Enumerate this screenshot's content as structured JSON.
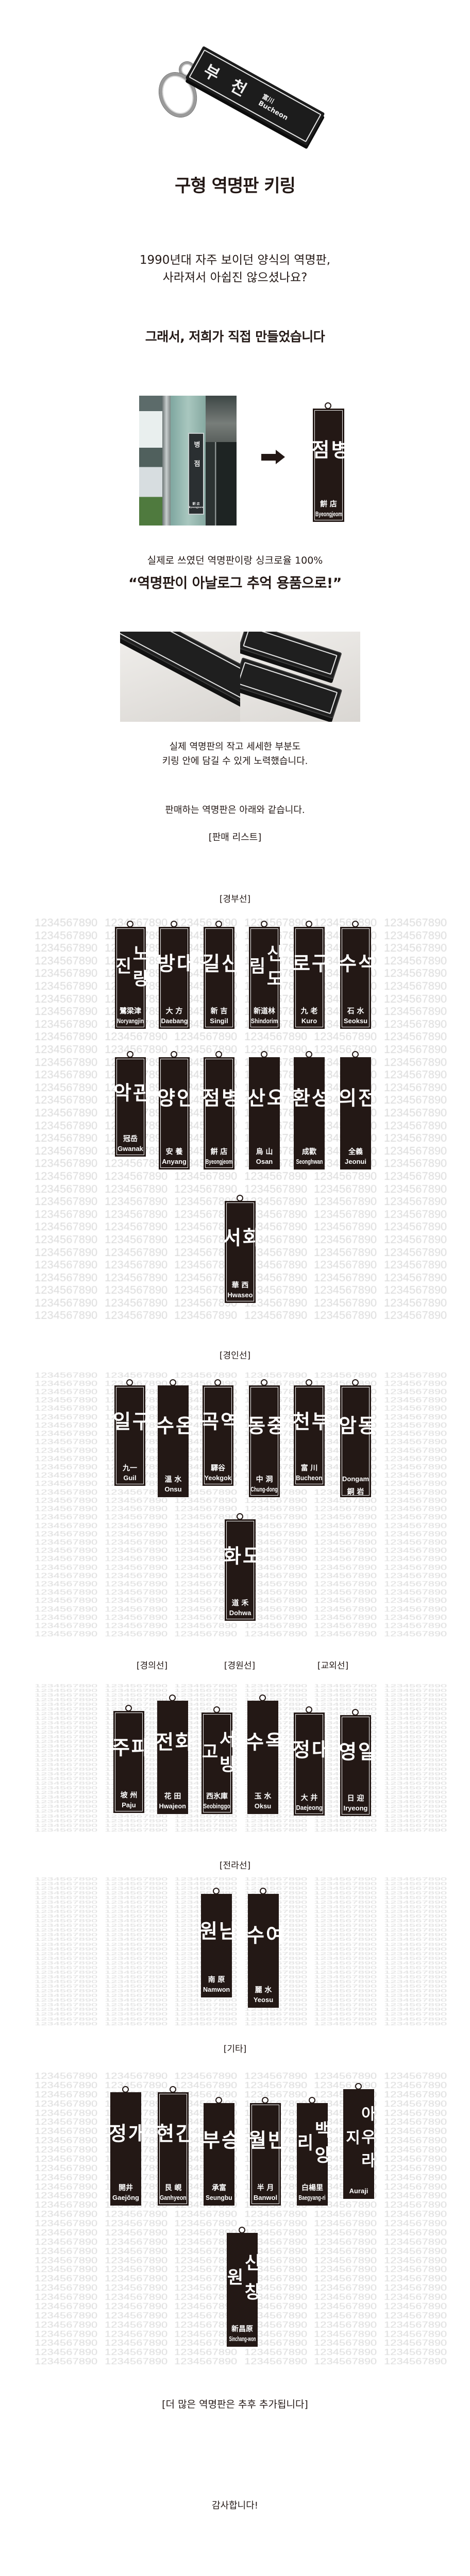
{
  "hero": {
    "keychain_photo": {
      "station": "부천",
      "hanja": "富川",
      "roman": "Bucheon"
    },
    "title": "구형 역명판 키링",
    "intro_lines": [
      "1990년대 자주 보이던 양식의 역명판,",
      "사라져서 아쉽진 않으셨나요?"
    ],
    "made": "그래서, 저희가 직접 만들었습니다"
  },
  "comparison": {
    "real_sign": {
      "station": "병점",
      "hanja": "餠 店",
      "roman": "Byeongjeom"
    },
    "keyring_sign": {
      "station": "병점",
      "hanja": "餠 店",
      "roman": "Byeongjeom"
    },
    "sync_text": "실제로 쓰였던 역명판이랑 싱크로율 100%",
    "quote": "“역명판이 아날로그 추억 용품으로!”"
  },
  "detail": {
    "lines": [
      "실제 역명판의 작고 세세한 부분도",
      "키링 안에 담길 수 있게 노력했습니다."
    ]
  },
  "sold_text": "판매하는 역명판은 아래와 같습니다.",
  "list_title": "[판매 리스트]",
  "pattern_text": "1234567890",
  "sections": [
    {
      "labels": [
        "[경부선]"
      ],
      "signs": [
        {
          "name": "노량진",
          "hanja": "鷺梁津",
          "roman": "Noryangjin",
          "framed": true
        },
        {
          "name": "대방",
          "hanja": "大 方",
          "roman": "Daebang",
          "framed": true
        },
        {
          "name": "신길",
          "hanja": "新 吉",
          "roman": "Singil",
          "framed": true
        },
        {
          "name": "신도림",
          "hanja": "新道林",
          "roman": "Shindorim",
          "framed": true
        },
        {
          "name": "구로",
          "hanja": "九 老",
          "roman": "Kuro",
          "framed": true
        },
        {
          "name": "석수",
          "hanja": "石 水",
          "roman": "Seoksu",
          "framed": true
        },
        {
          "name": "관악",
          "hanja": "冠岳",
          "roman": "Gwanak",
          "framed": true
        },
        {
          "name": "안양",
          "hanja": "安 養",
          "roman": "Anyang",
          "framed": true
        },
        {
          "name": "병점",
          "hanja": "餠 店",
          "roman": "Byeongjeom",
          "framed": true
        },
        {
          "name": "오산",
          "hanja": "烏 山",
          "roman": "Osan",
          "framed": false
        },
        {
          "name": "성환",
          "hanja": "成歡",
          "roman": "Seonghwan",
          "framed": false
        },
        {
          "name": "전의",
          "hanja": "全義",
          "roman": "Jeonui",
          "framed": false
        },
        {
          "name": "화서",
          "hanja": "華 西",
          "roman": "Hwaseo",
          "framed": true
        }
      ]
    },
    {
      "labels": [
        "[경인선]"
      ],
      "signs": [
        {
          "name": "구일",
          "hanja": "九一",
          "roman": "Guil",
          "framed": true
        },
        {
          "name": "온수",
          "hanja": "溫 水",
          "roman": "Onsu",
          "framed": false
        },
        {
          "name": "역곡",
          "hanja": "驛谷",
          "roman": "Yeokgok",
          "framed": true
        },
        {
          "name": "중동",
          "hanja": "中 洞",
          "roman": "Chung-dong",
          "framed": true
        },
        {
          "name": "부천",
          "hanja": "富 川",
          "roman": "Bucheon",
          "framed": true
        },
        {
          "name": "동암",
          "hanja": "銅 岩",
          "roman": "Dongam",
          "framed": true,
          "roman_first": true
        },
        {
          "name": "도화",
          "hanja": "道 禾",
          "roman": "Dohwa",
          "framed": true
        }
      ]
    },
    {
      "labels": [
        "[경의선]",
        "[경원선]",
        "[교외선]"
      ],
      "signs": [
        {
          "name": "파주",
          "hanja": "坡 州",
          "roman": "Paju",
          "framed": true
        },
        {
          "name": "화전",
          "hanja": "花 田",
          "roman": "Hwajeon",
          "framed": false
        },
        {
          "name": "서빙고",
          "hanja": "西氷庫",
          "roman": "Seobinggo",
          "framed": true
        },
        {
          "name": "옥수",
          "hanja": "玉 水",
          "roman": "Oksu",
          "framed": false
        },
        {
          "name": "대정",
          "hanja": "大 井",
          "roman": "Daejeong",
          "framed": true
        },
        {
          "name": "일영",
          "hanja": "日 迎",
          "roman": "Iryeong",
          "framed": true
        }
      ]
    },
    {
      "labels": [
        "[전라선]"
      ],
      "signs": [
        {
          "name": "남원",
          "hanja": "南 原",
          "roman": "Namwon",
          "framed": false
        },
        {
          "name": "여수",
          "hanja": "麗 水",
          "roman": "Yeosu",
          "framed": false
        }
      ]
    },
    {
      "labels": [
        "[기타]"
      ],
      "signs": [
        {
          "name": "개정",
          "hanja": "開井",
          "roman": "Gaejŏng",
          "framed": false
        },
        {
          "name": "간현",
          "hanja": "艮 峴",
          "roman": "Ganhyeon",
          "framed": true
        },
        {
          "name": "승부",
          "hanja": "承富",
          "roman": "Seungbu",
          "framed": false
        },
        {
          "name": "반월",
          "hanja": "半 月",
          "roman": "Banwol",
          "framed": true
        },
        {
          "name": "백양리",
          "hanja": "白楊里",
          "roman": "Baegyang-ri",
          "framed": false
        },
        {
          "name": "아우라지",
          "hanja": null,
          "roman": "Auraji",
          "framed": false
        },
        {
          "name": "신창원",
          "hanja": "新昌原",
          "roman": "Sinchang-won",
          "framed": false
        }
      ]
    }
  ],
  "more_text": "[더 많은 역명판은 추후 추가됩니다]",
  "thanks": "감사합니다!",
  "colors": {
    "text": "#231815",
    "sign": "#231815",
    "pattern": "#dcdcdc"
  }
}
